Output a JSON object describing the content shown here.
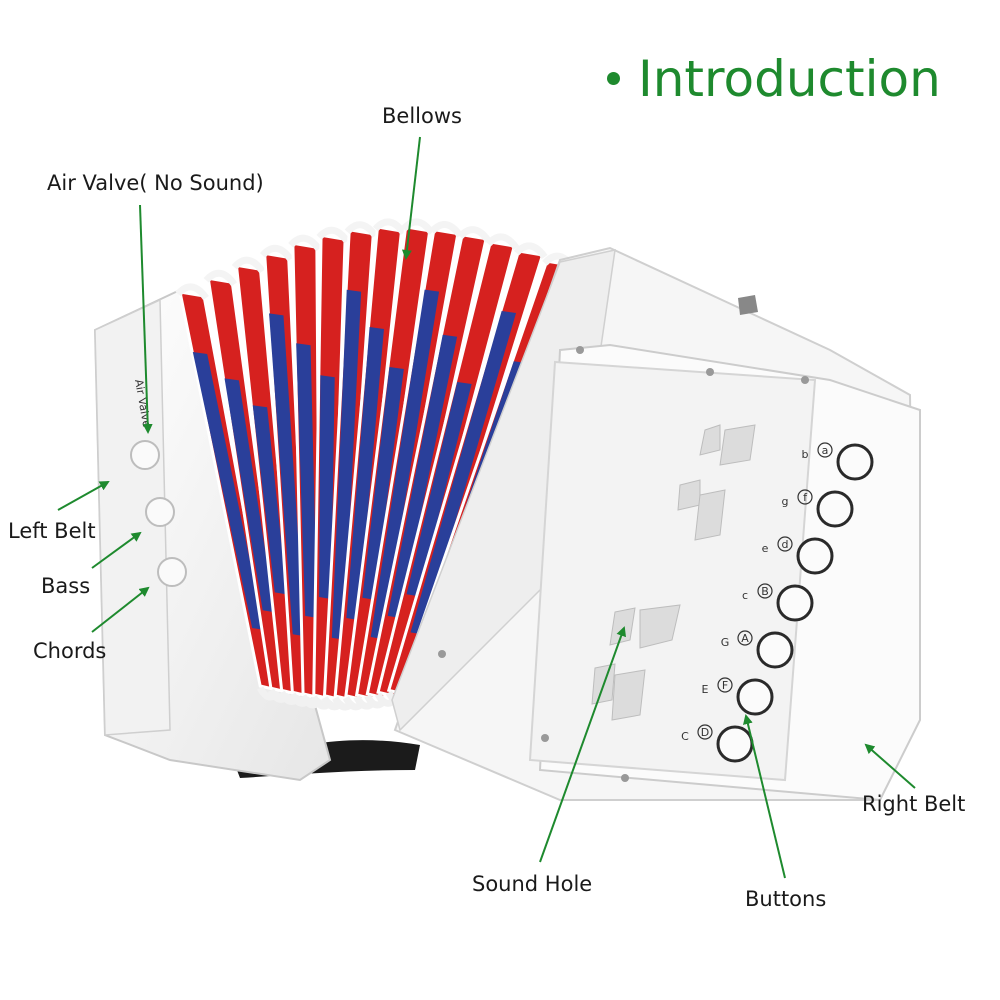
{
  "title": "Introduction",
  "colors": {
    "accent_green": "#1e8a2e",
    "bellows_red": "#d6211f",
    "bellows_blue": "#2a3f9a",
    "body_white": "#f7f7f7"
  },
  "labels": {
    "bellows": "Bellows",
    "air_valve": "Air Valve( No Sound)",
    "left_belt": "Left Belt",
    "bass": "Bass",
    "chords": "Chords",
    "sound_hole": "Sound Hole",
    "buttons": "Buttons",
    "right_belt": "Right Belt",
    "air_valve_engraving": "Air Valve"
  },
  "keys": [
    {
      "letter": "b",
      "circled": "a"
    },
    {
      "letter": "g",
      "circled": "f"
    },
    {
      "letter": "e",
      "circled": "d"
    },
    {
      "letter": "c",
      "circled": "B"
    },
    {
      "letter": "G",
      "circled": "A"
    },
    {
      "letter": "E",
      "circled": "F"
    },
    {
      "letter": "C",
      "circled": "D"
    }
  ]
}
